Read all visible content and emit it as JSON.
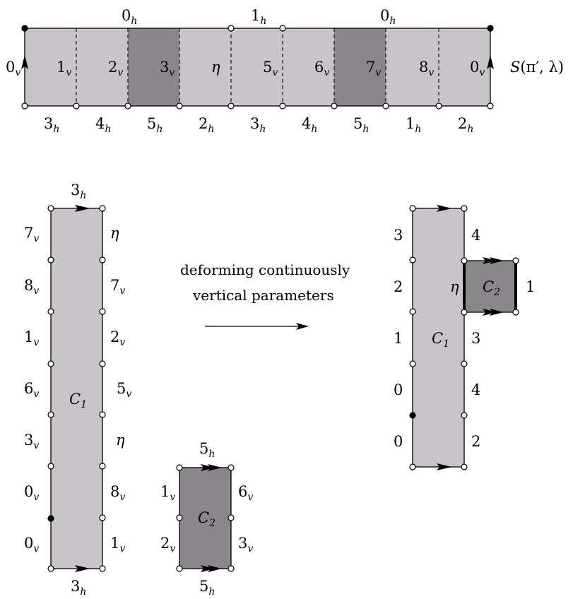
{
  "colors": {
    "light": "#c8c4c8",
    "dark": "#8a878a",
    "stroke": "#000000",
    "background": "#ffffff"
  },
  "top_strip": {
    "title": {
      "base": "S",
      "args": "(π′, λ)"
    },
    "top_labels": [
      {
        "base": "0",
        "sub": "h"
      },
      {
        "base": "1",
        "sub": "h"
      },
      {
        "base": "0",
        "sub": "h"
      }
    ],
    "inner_labels": [
      {
        "base": "1",
        "sub": "v"
      },
      {
        "base": "2",
        "sub": "v"
      },
      {
        "base": "3",
        "sub": "v"
      },
      {
        "base": "η",
        "sub": ""
      },
      {
        "base": "5",
        "sub": "v"
      },
      {
        "base": "6",
        "sub": "v"
      },
      {
        "base": "7",
        "sub": "v"
      },
      {
        "base": "8",
        "sub": "v"
      }
    ],
    "left_label": {
      "base": "0",
      "sub": "v"
    },
    "right_label": {
      "base": "0",
      "sub": "v"
    },
    "bottom_labels": [
      {
        "base": "3",
        "sub": "h"
      },
      {
        "base": "4",
        "sub": "h"
      },
      {
        "base": "5",
        "sub": "h"
      },
      {
        "base": "2",
        "sub": "h"
      },
      {
        "base": "3",
        "sub": "h"
      },
      {
        "base": "4",
        "sub": "h"
      },
      {
        "base": "5",
        "sub": "h"
      },
      {
        "base": "1",
        "sub": "h"
      },
      {
        "base": "2",
        "sub": "h"
      }
    ]
  },
  "c1_tall": {
    "name": {
      "base": "C",
      "sub": "1"
    },
    "top_label": {
      "base": "3",
      "sub": "h"
    },
    "bottom_label": {
      "base": "3",
      "sub": "h"
    },
    "left_labels": [
      {
        "base": "7",
        "sub": "v"
      },
      {
        "base": "8",
        "sub": "v"
      },
      {
        "base": "1",
        "sub": "v"
      },
      {
        "base": "6",
        "sub": "v"
      },
      {
        "base": "3",
        "sub": "v"
      },
      {
        "base": "0",
        "sub": "v"
      },
      {
        "base": "0",
        "sub": "v"
      }
    ],
    "right_labels": [
      {
        "base": "η",
        "sub": ""
      },
      {
        "base": "7",
        "sub": "v"
      },
      {
        "base": "2",
        "sub": "v"
      },
      {
        "base": "5",
        "sub": "v"
      },
      {
        "base": "η",
        "sub": ""
      },
      {
        "base": "8",
        "sub": "v"
      },
      {
        "base": "1",
        "sub": "v"
      }
    ]
  },
  "c2_small": {
    "name": {
      "base": "C",
      "sub": "2"
    },
    "top_label": {
      "base": "5",
      "sub": "h"
    },
    "bottom_label": {
      "base": "5",
      "sub": "h"
    },
    "left_labels": [
      {
        "base": "1",
        "sub": "v"
      },
      {
        "base": "2",
        "sub": "v"
      }
    ],
    "right_labels": [
      {
        "base": "6",
        "sub": "v"
      },
      {
        "base": "3",
        "sub": "v"
      }
    ]
  },
  "caption": {
    "line1": "deforming continuously",
    "line2": "vertical parameters"
  },
  "deformed": {
    "c1_name": {
      "base": "C",
      "sub": "1"
    },
    "c2_name": {
      "base": "C",
      "sub": "2"
    },
    "left_numbers": [
      "3",
      "2",
      "1",
      "0",
      "0"
    ],
    "right_numbers": [
      "4",
      "3",
      "4",
      "2"
    ],
    "c2_left_label": "η",
    "c2_right_label": "1"
  }
}
